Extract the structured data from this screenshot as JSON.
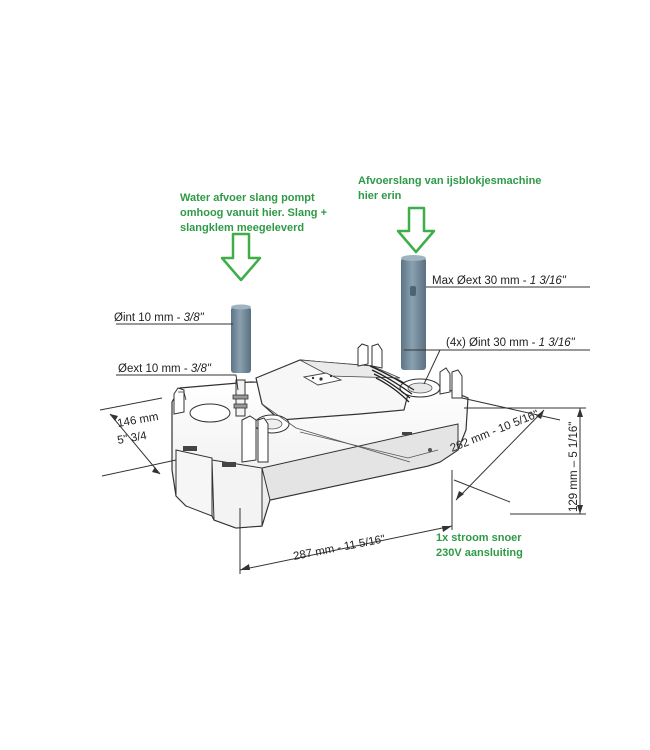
{
  "notes": {
    "pump_outlet": [
      "Water afvoer slang pompt",
      "omhoog vanuit hier. Slang +",
      "slangklem meegeleverd"
    ],
    "ice_inlet": [
      "Afvoerslang van ijsblokjesmachine",
      "hier erin"
    ],
    "power": [
      "1x stroom snoer",
      "230V aansluiting"
    ]
  },
  "dimensions": {
    "inner_outlet": {
      "text": "Øint 10 mm - ",
      "italic": "3/8\""
    },
    "outer_outlet": {
      "text": "Øext 10 mm - ",
      "italic": "3/8\""
    },
    "max_ext": {
      "text": "Max Øext 30 mm - ",
      "italic": "1 3/16\""
    },
    "inlets": {
      "text": "(4x) Øint 30 mm - ",
      "italic": "1 3/16\""
    },
    "depth": [
      "146 mm",
      "5\" 3/4"
    ],
    "length": "287 mm - 11 5/16\"",
    "width": "262 mm - 10 5/16\"",
    "height": "129 mm – 5 1/16\""
  },
  "colors": {
    "note_green": "#2e9a47",
    "hose": "#6f8796",
    "arrow": "#3fae49"
  }
}
